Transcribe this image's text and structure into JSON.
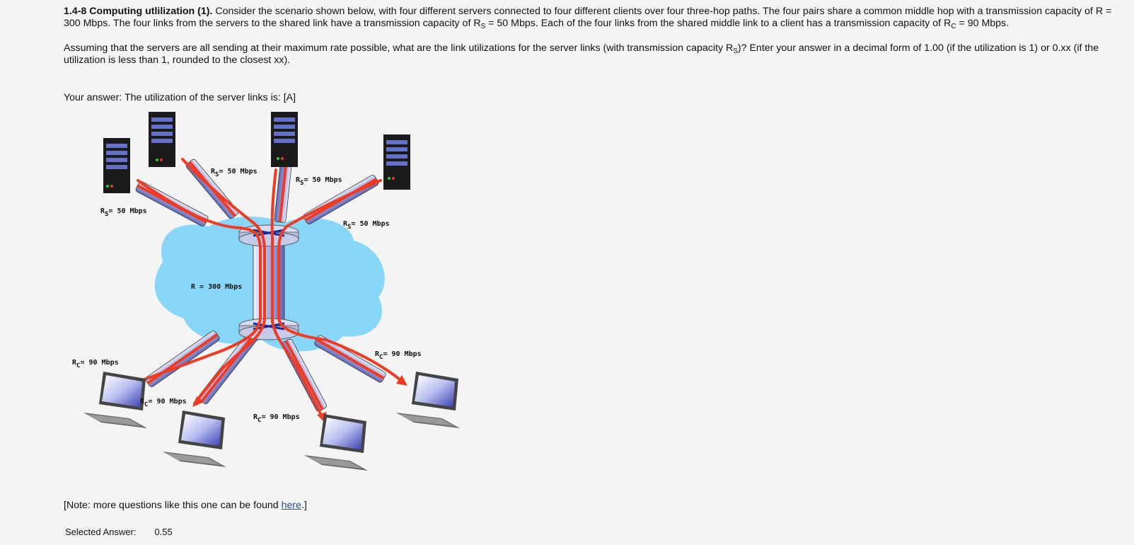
{
  "question": {
    "title": "1.4-8 Computing utlilization (1).",
    "para1_a": " Consider the scenario shown below, with four different servers connected to four different clients over four three-hop paths. The four pairs share a common middle hop with a transmission capacity of R = 300 Mbps. The four links from the servers to the shared link have a transmission capacity of R",
    "sub_s": "S",
    "para1_b": " = 50 Mbps. Each of the four links from the shared middle link to a client has a transmission capacity of R",
    "sub_c": "C",
    "para1_c": " = 90 Mbps.",
    "para2_a": "Assuming that the servers are all sending at their maximum rate possible, what are the link utilizations for the server links (with transmission capacity R",
    "para2_b": ")? Enter your answer in a decimal form of 1.00 (if the utilization is 1) or 0.xx (if the utilization is less than 1, rounded to the closest xx).",
    "your_answer": "Your answer: The utilization of the server links is: [A]"
  },
  "diagram": {
    "label_rs": "R",
    "label_rs_sub": "S",
    "label_rs_value": "= 50 Mbps",
    "label_rc": "R",
    "label_rc_sub": "C",
    "label_rc_value": "= 90 Mbps",
    "label_r": "R = 300 Mbps"
  },
  "note": {
    "prefix": "[Note: more questions like this one can be found ",
    "link": "here",
    "suffix": ".]"
  },
  "selected": {
    "label": "Selected Answer:",
    "value": "0.55"
  },
  "colors": {
    "cloud": "#87d6f7",
    "flow": "#ef3b24",
    "tube": "#b8bfe6"
  }
}
